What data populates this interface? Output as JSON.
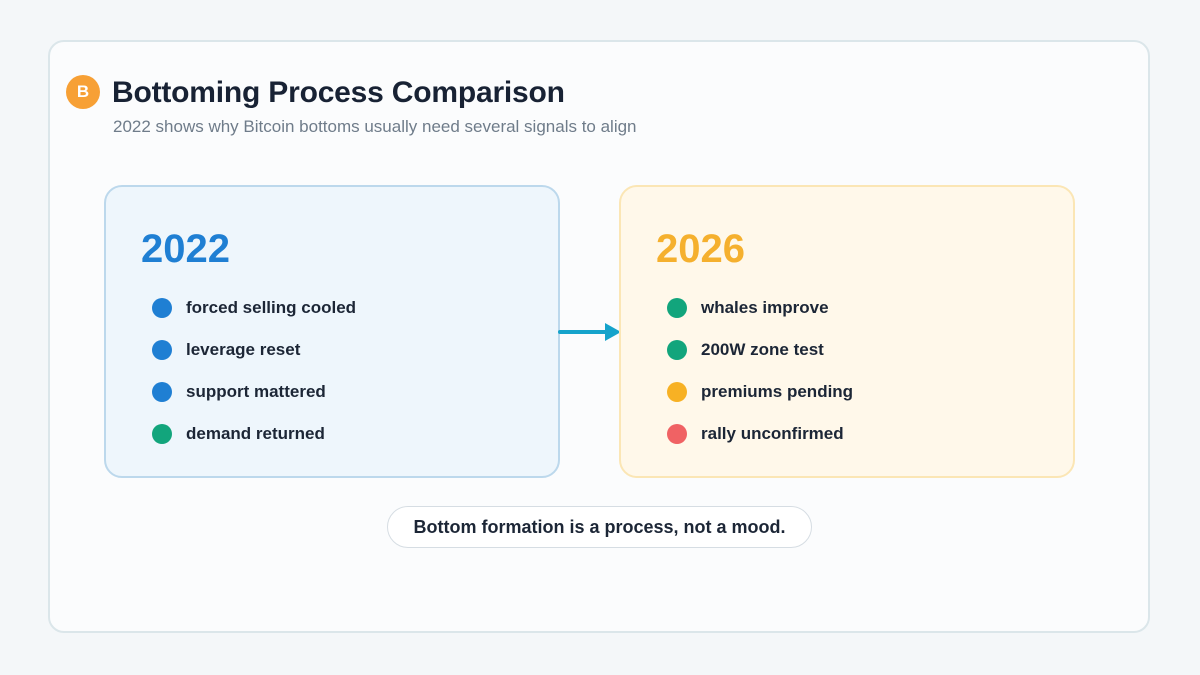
{
  "header": {
    "logo_letter": "B",
    "title": "Bottoming Process Comparison",
    "subtitle": "2022 shows why Bitcoin bottoms usually need several signals to align"
  },
  "colors": {
    "blue": "#1f7fd3",
    "green": "#12a57c",
    "amber": "#f7b124",
    "red": "#f06264"
  },
  "panels": [
    {
      "year": "2022",
      "items": [
        {
          "label": "forced selling cooled",
          "dot_color": "#1f7fd3"
        },
        {
          "label": "leverage reset",
          "dot_color": "#1f7fd3"
        },
        {
          "label": "support mattered",
          "dot_color": "#1f7fd3"
        },
        {
          "label": "demand returned",
          "dot_color": "#12a57c"
        }
      ]
    },
    {
      "year": "2026",
      "items": [
        {
          "label": "whales improve",
          "dot_color": "#12a57c"
        },
        {
          "label": "200W zone test",
          "dot_color": "#12a57c"
        },
        {
          "label": "premiums pending",
          "dot_color": "#f7b124"
        },
        {
          "label": "rally unconfirmed",
          "dot_color": "#f06264"
        }
      ]
    }
  ],
  "footer": {
    "text": "Bottom formation is a process, not a mood."
  }
}
